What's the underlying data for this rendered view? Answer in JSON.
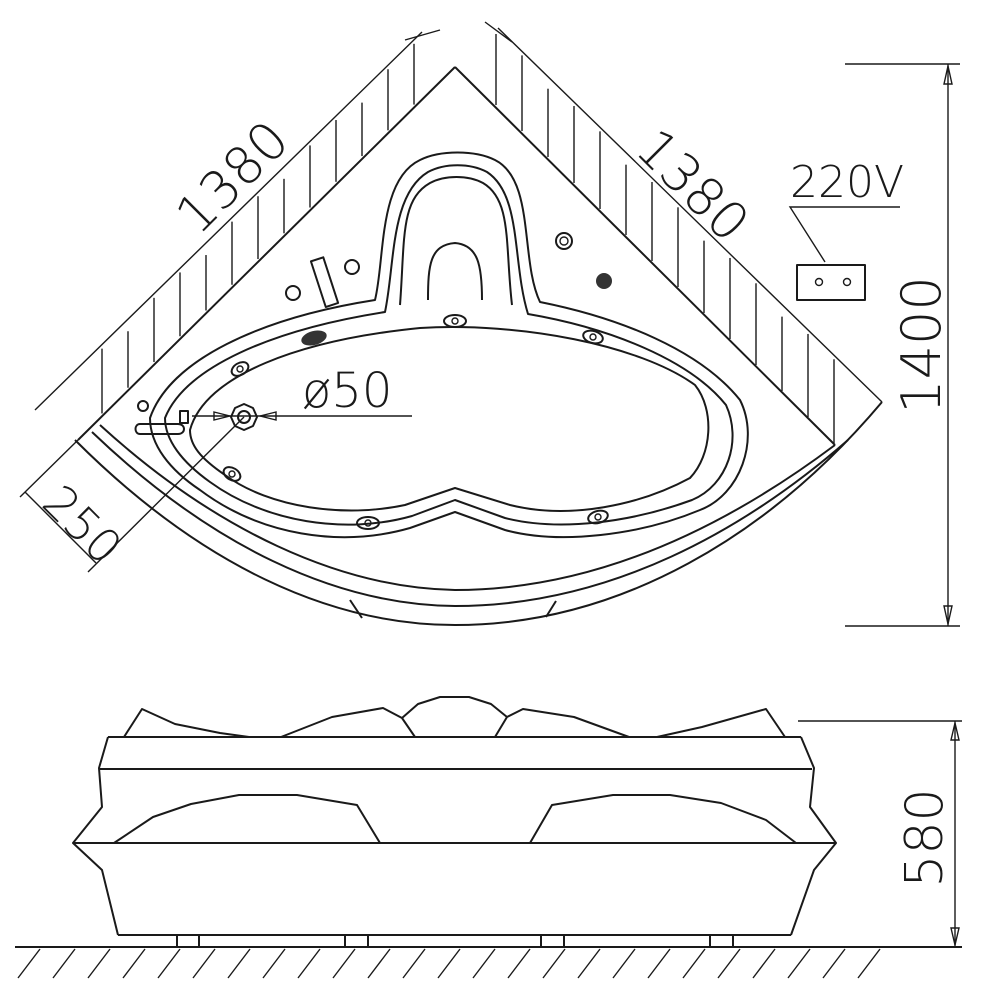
{
  "top_view": {
    "dimension_left": "1380",
    "dimension_right": "1380",
    "dimension_depth": "1400",
    "dimension_rim": "250",
    "drain_label": "ø50",
    "power_label": "220V"
  },
  "side_view": {
    "dimension_height": "580"
  },
  "colors": {
    "line": "#1a1a1a",
    "background": "#ffffff"
  }
}
